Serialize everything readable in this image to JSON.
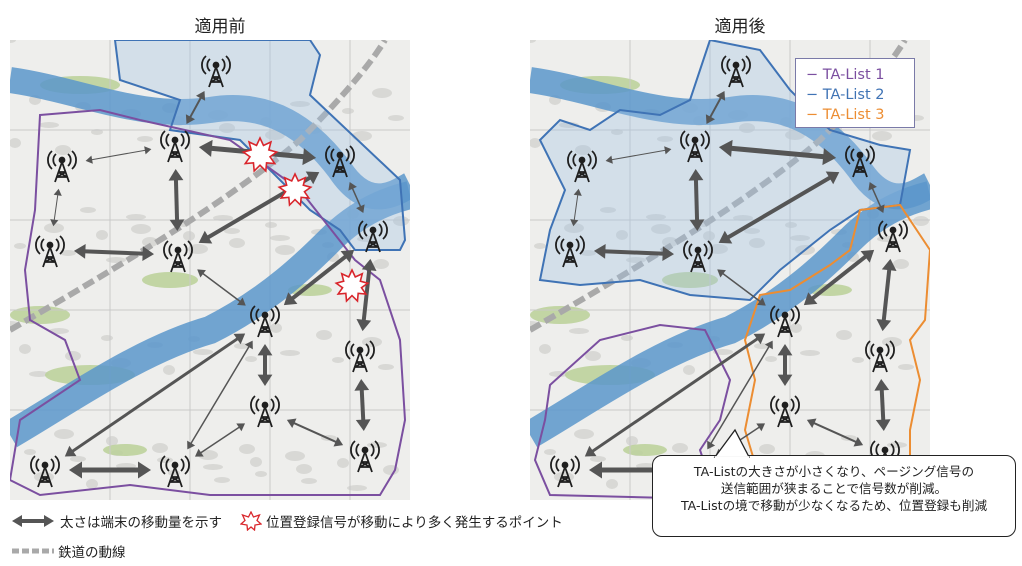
{
  "titles": {
    "before": "適用前",
    "after": "適用後"
  },
  "legend": {
    "ta1": "− TA-List 1",
    "ta2": "− TA-List 2",
    "ta3": "− TA-List 3"
  },
  "colors": {
    "ta1": "#7b4fa0",
    "ta2": "#3f73b5",
    "ta3": "#ec8d32",
    "burst": "#d9262c",
    "railway": "#a9a9a9",
    "river": "#5b97cb"
  },
  "callout": {
    "line1": "TA-Listの大きさが小さくなり、ページング信号の",
    "line2": "送信範囲が狭まることで信号数が削減。",
    "line3": "TA-Listの境で移動が少なくなるため、位置登録も削減"
  },
  "footer": {
    "arrow_note": "太さは端末の移動量を示す",
    "burst_note": "位置登録信号が移動により多く発生するポイント",
    "rail_note": "鉄道の動線"
  },
  "icons": {
    "tower": "cell-tower-icon",
    "burst": "starburst-icon",
    "arrow": "double-arrow-icon"
  }
}
